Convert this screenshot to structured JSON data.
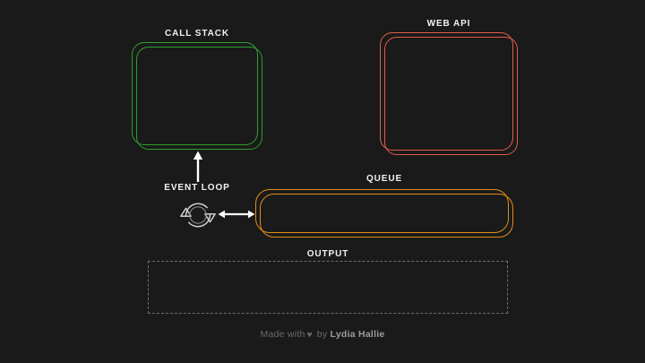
{
  "theme": {
    "background": "#1a1a1a",
    "call_stack_color": "#2f9e2f",
    "web_api_color": "#e05c4a",
    "queue_color": "#e08b1a",
    "output_color": "#6e6e6e",
    "label_color": "#f2f2f2",
    "footer_color": "#6b6b6b",
    "author_color": "#9c9c9c"
  },
  "panels": {
    "call_stack": {
      "label": "CALL STACK",
      "items": []
    },
    "web_api": {
      "label": "WEB API",
      "items": []
    },
    "queue": {
      "label": "QUEUE",
      "items": []
    },
    "output": {
      "label": "OUTPUT",
      "items": []
    }
  },
  "event_loop": {
    "label": "EVENT LOOP",
    "icon": "circular-arrows-icon",
    "arrow_up_icon": "arrow-up-icon",
    "arrow_horizontal_icon": "arrow-left-right-icon"
  },
  "footer": {
    "made_with": "Made with",
    "heart": "♥",
    "by": "by",
    "author": "Lydia Hallie"
  }
}
